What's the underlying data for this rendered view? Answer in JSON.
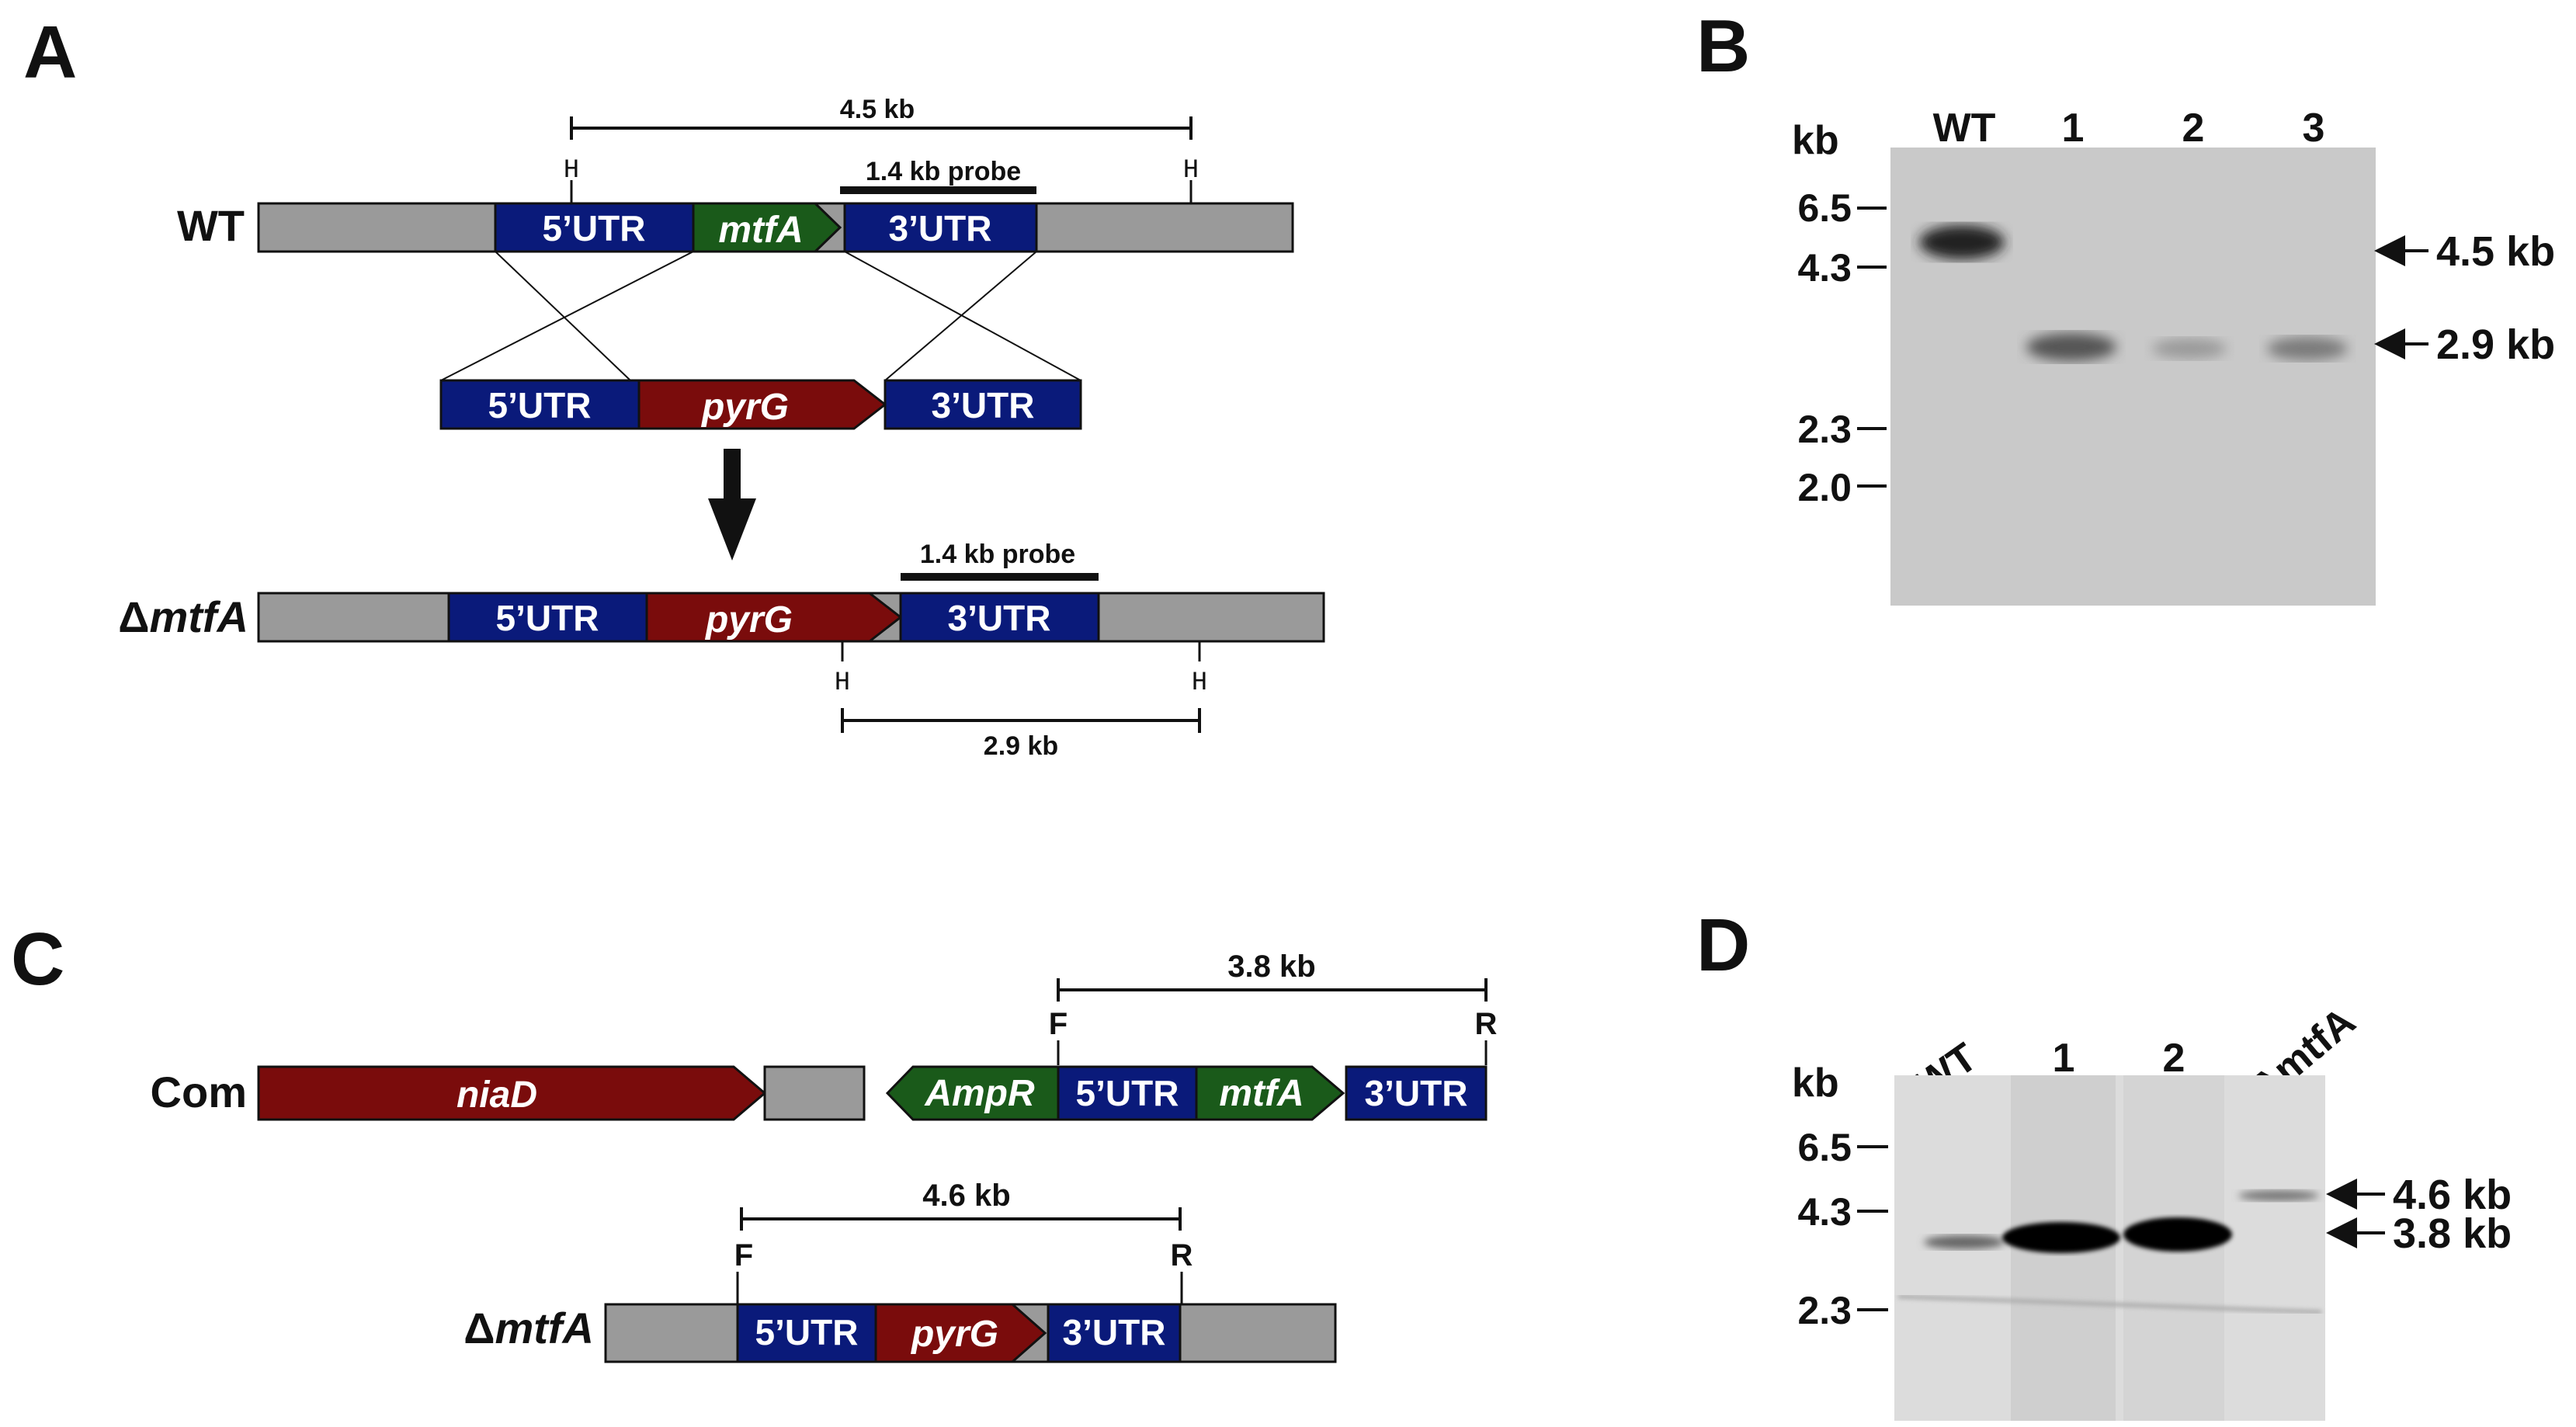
{
  "panels": {
    "A": {
      "letter": "A",
      "wt_label": "WT",
      "wt_range": "4.5 kb",
      "site_H": "H",
      "probe_label_top": "1.4 kb probe",
      "wt_5utr": "5’UTR",
      "wt_gene": "mtfA",
      "wt_3utr": "3’UTR",
      "cassette_5utr": "5’UTR",
      "cassette_gene": "pyrG",
      "cassette_3utr": "3’UTR",
      "mut_label_delta": "Δ",
      "mut_label_gene": "mtfA",
      "mut_5utr": "5’UTR",
      "mut_gene": "pyrG",
      "mut_3utr": "3’UTR",
      "probe_label_bottom": "1.4 kb probe",
      "mut_range": "2.9 kb"
    },
    "B": {
      "letter": "B",
      "unit": "kb",
      "lanes": [
        "WT",
        "1",
        "2",
        "3"
      ],
      "markers": [
        "6.5",
        "4.3",
        "2.3",
        "2.0"
      ],
      "arrow_labels": [
        "4.5 kb",
        "2.9 kb"
      ]
    },
    "C": {
      "letter": "C",
      "com_label": "Com",
      "com_niad": "niaD",
      "com_ampr": "AmpR",
      "com_5utr": "5’UTR",
      "com_gene": "mtfA",
      "com_3utr": "3’UTR",
      "com_range": "3.8 kb",
      "primer_F": "F",
      "primer_R": "R",
      "mut_label_delta": "Δ",
      "mut_label_gene": "mtfA",
      "mut_5utr": "5’UTR",
      "mut_gene": "pyrG",
      "mut_3utr": "3’UTR",
      "mut_range": "4.6 kb"
    },
    "D": {
      "letter": "D",
      "unit": "kb",
      "lanes": [
        "WT",
        "1",
        "2",
        "ΔmtfA"
      ],
      "markers": [
        "6.5",
        "4.3",
        "2.3"
      ],
      "arrow_labels": [
        "4.6 kb",
        "3.8 kb"
      ]
    }
  },
  "colors": {
    "utr_blue": "#0a1a7a",
    "mtfa_green": "#1a5a1a",
    "pyrg_red": "#7a0c0c",
    "flank_gray": "#9a9a9a",
    "line": "#111111"
  }
}
